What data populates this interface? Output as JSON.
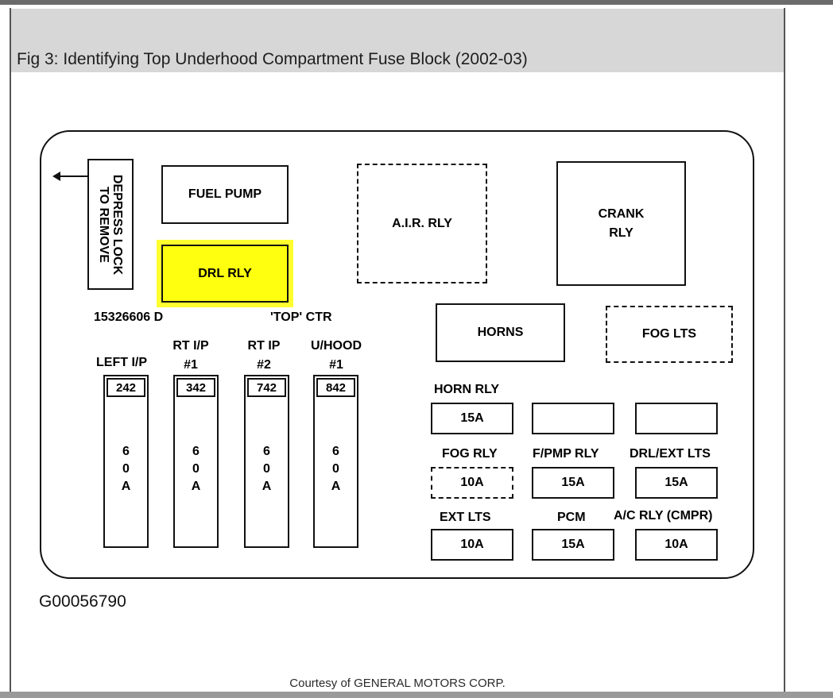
{
  "caption": "Fig 3: Identifying Top Underhood Compartment Fuse Block (2002-03)",
  "figure_id": "G00056790",
  "courtesy": "Courtesy of GENERAL MOTORS CORP.",
  "colors": {
    "highlight": "#ffff10",
    "header_bg": "#d7d7d7"
  },
  "block": {
    "lock_label": "DEPRESS LOCK\nTO REMOVE",
    "part_number": "15326606 D",
    "top_marker": "'TOP' CTR",
    "relays": {
      "fuel_pump": "FUEL PUMP",
      "drl": "DRL RLY",
      "air": "A.I.R. RLY",
      "crank": "CRANK\nRLY",
      "horns": "HORNS",
      "fog_lts": "FOG LTS"
    },
    "maxi_fuses": [
      {
        "label": "LEFT I/P",
        "number": "242",
        "rating": "6\n0\nA"
      },
      {
        "label": "RT I/P\n#1",
        "number": "342",
        "rating": "6\n0\nA"
      },
      {
        "label": "RT IP\n#2",
        "number": "742",
        "rating": "6\n0\nA"
      },
      {
        "label": "U/HOOD\n#1",
        "number": "842",
        "rating": "6\n0\nA"
      }
    ],
    "mini_fuses": {
      "horn_rly": {
        "label": "HORN RLY",
        "rating": "15A"
      },
      "fog_rly": {
        "label": "FOG RLY",
        "rating": "10A"
      },
      "fpmp_rly": {
        "label": "F/PMP RLY",
        "rating": "15A"
      },
      "drl_ext_lts": {
        "label": "DRL/EXT LTS",
        "rating": "15A"
      },
      "ext_lts": {
        "label": "EXT LTS",
        "rating": "10A"
      },
      "pcm": {
        "label": "PCM",
        "rating": "15A"
      },
      "ac_rly": {
        "label": "A/C RLY (CMPR)",
        "rating": "10A"
      }
    }
  }
}
